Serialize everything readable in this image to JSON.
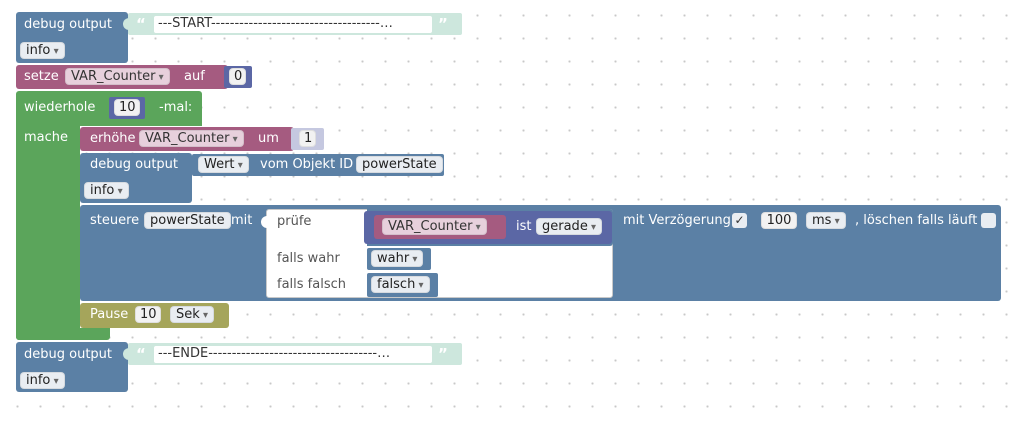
{
  "colors": {
    "debug": "#5b80a5",
    "variable": "#a55b80",
    "number": "#5b67a5",
    "loop": "#5ba55b",
    "text": "#cde7dd",
    "timing": "#a5a55b",
    "logic": "#5b80a5"
  },
  "blocks": {
    "debug_start": {
      "label": "debug output",
      "text": "---START------------------------------------…",
      "level": "info"
    },
    "set_var": {
      "label": "setze",
      "variable": "VAR_Counter",
      "to_label": "auf",
      "value": "0"
    },
    "repeat": {
      "label": "wiederhole",
      "count": "10",
      "suffix": "-mal:",
      "do_label": "mache"
    },
    "increment": {
      "label": "erhöhe",
      "variable": "VAR_Counter",
      "by_label": "um",
      "value": "1"
    },
    "debug_value": {
      "label": "debug output",
      "attribute": "Wert",
      "from_label": "vom Objekt ID",
      "object": "powerState",
      "level": "info"
    },
    "control": {
      "label": "steuere",
      "object": "powerState",
      "with_label": "mit",
      "delay_label": "mit Verzögerung",
      "delay_checked": "✓",
      "delay_value": "100",
      "delay_unit": "ms",
      "clear_label": ", löschen falls läuft",
      "ternary": {
        "check_label": "prüfe",
        "variable": "VAR_Counter",
        "is_label": "ist",
        "condition": "gerade",
        "true_label": "falls wahr",
        "true_value": "wahr",
        "false_label": "falls falsch",
        "false_value": "falsch"
      }
    },
    "pause": {
      "label": "Pause",
      "value": "10",
      "unit": "Sek"
    },
    "debug_end": {
      "label": "debug output",
      "text": "---ENDE------------------------------------…",
      "level": "info"
    }
  },
  "quote_open": "“",
  "quote_close": "”"
}
